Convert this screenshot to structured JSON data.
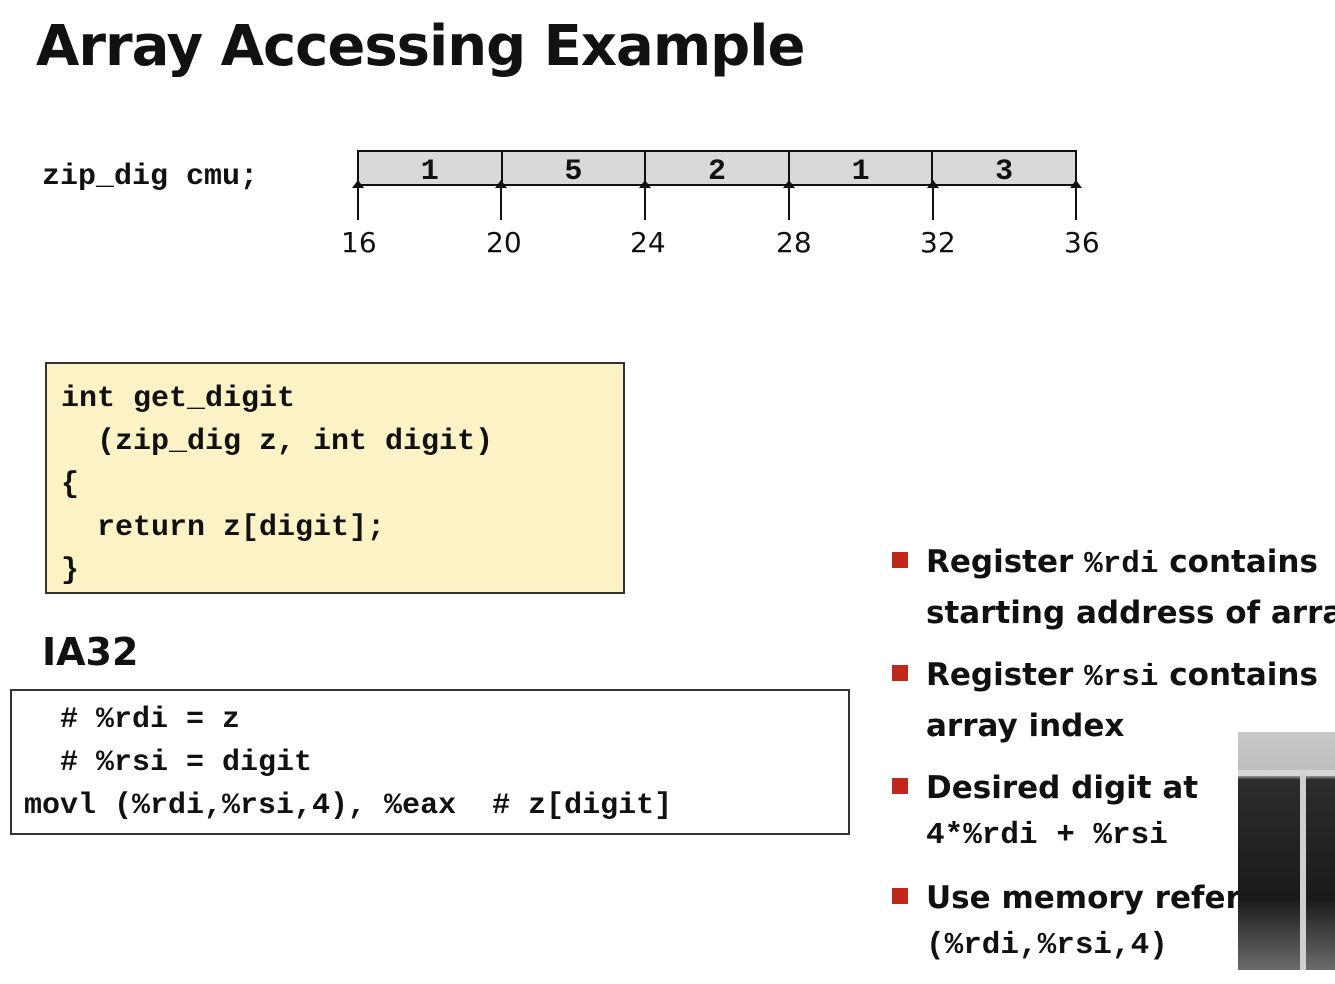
{
  "title": "Array Accessing Example",
  "declaration": "zip_dig cmu;",
  "array": {
    "values": [
      "1",
      "5",
      "2",
      "1",
      "3"
    ],
    "addresses": [
      "16",
      "20",
      "24",
      "28",
      "32",
      "36"
    ]
  },
  "code": [
    "int get_digit",
    "  (zip_dig z, int digit)",
    "{",
    "  return z[digit];",
    "}"
  ],
  "section_label": "IA32",
  "asm": [
    "  # %rdi = z",
    "  # %rsi = digit",
    "movl (%rdi,%rsi,4), %eax  # z[digit]"
  ],
  "bullets": [
    {
      "a": "Register ",
      "mono": "%rdi",
      "b": " contains",
      "line2": "starting address of array",
      "line2_mono": false
    },
    {
      "a": "Register ",
      "mono": "%rsi",
      "b": " contains",
      "line2": "array index",
      "line2_mono": false
    },
    {
      "a": "Desired digit at",
      "mono": "",
      "b": "",
      "line2": "4*%rdi + %rsi",
      "line2_mono": true
    },
    {
      "a": "Use memory refere",
      "mono": "",
      "b": "",
      "line2": "(%rdi,%rsi,4)",
      "line2_mono": true
    }
  ],
  "colors": {
    "code_bg": "#fbf3c6",
    "cell_bg": "#d9d9d9",
    "bullet": "#c0281c"
  }
}
